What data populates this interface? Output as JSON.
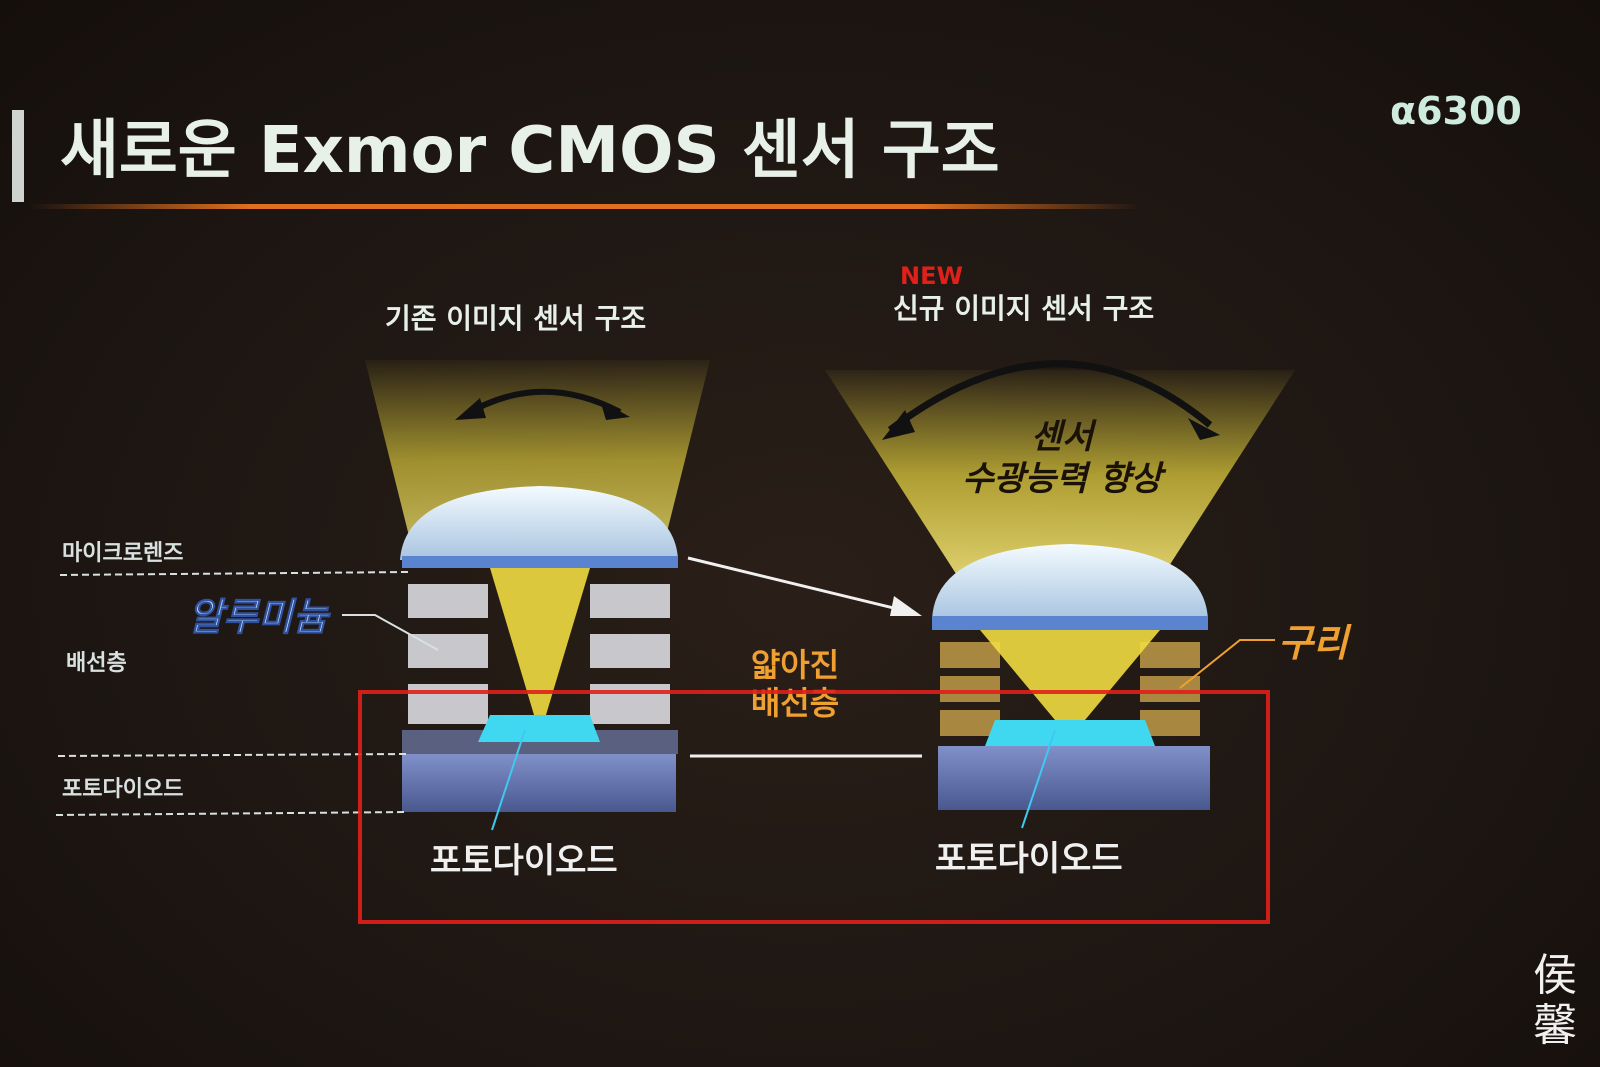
{
  "slide": {
    "title": "새로운 Exmor CMOS 센서 구조",
    "model_logo": "α6300",
    "left_heading": "기존 이미지 센서 구조",
    "right_badge": "NEW",
    "right_heading": "신규 이미지 센서 구조",
    "improvement_line1": "센서",
    "improvement_line2": "수광능력 향상",
    "labels": {
      "microlens": "마이크로렌즈",
      "aluminum": "알루미늄",
      "wiring_layer": "배선층",
      "photodiode_side": "포토다이오드",
      "thinner_line1": "얇아진",
      "thinner_line2": "배선층",
      "copper": "구리",
      "photodiode_left": "포토다이오드",
      "photodiode_right": "포토다이오드"
    },
    "watermark": "侯馨",
    "colors": {
      "accent_orange": "#e07020",
      "highlight_red": "#e0201a",
      "light_yellow": "#f0e040",
      "copper": "#c89840",
      "photodiode_cyan": "#40d8f0",
      "text": "#e8f0ea"
    }
  }
}
